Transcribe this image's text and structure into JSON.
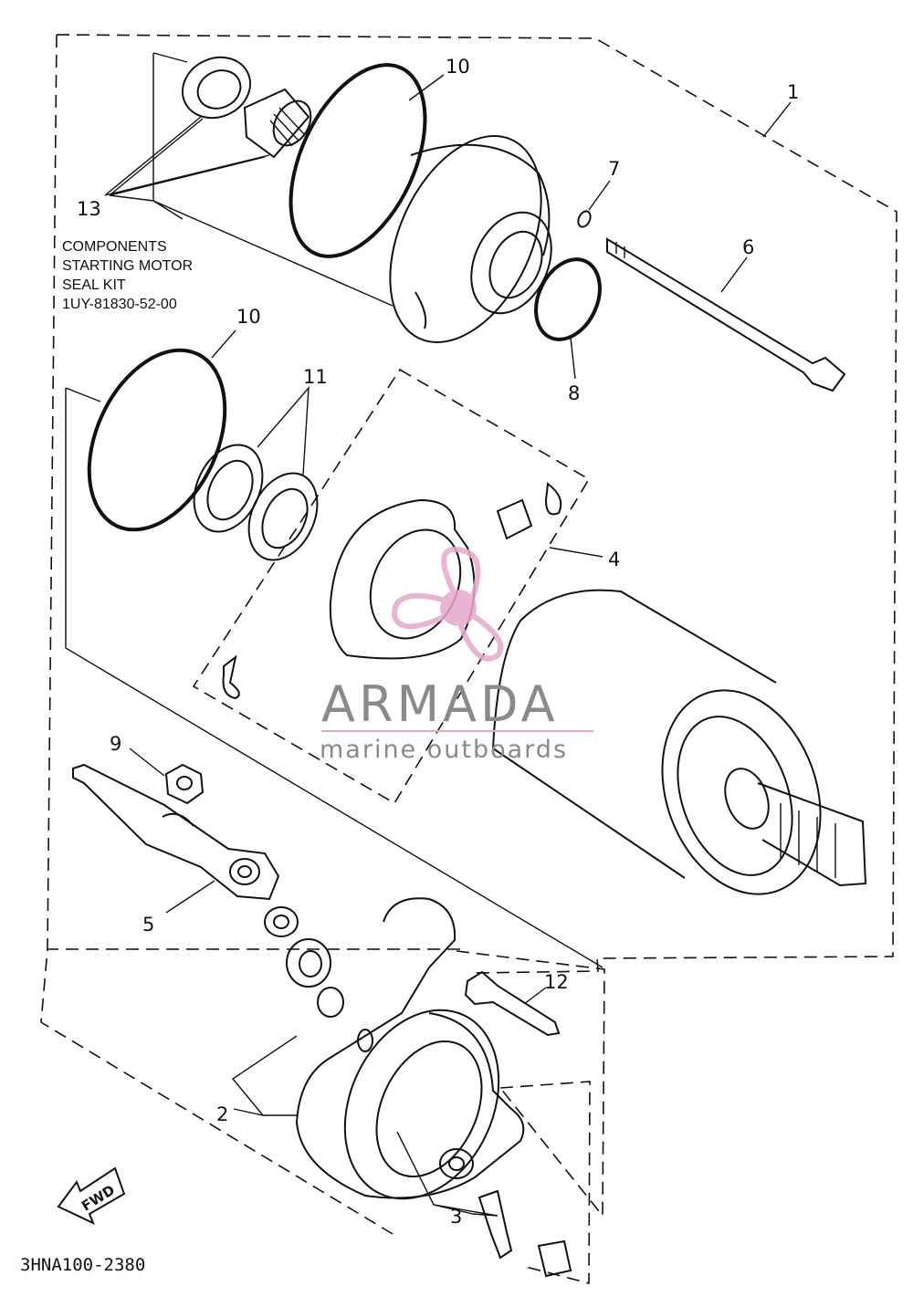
{
  "callouts": {
    "c1": "1",
    "c2": "2",
    "c3": "3",
    "c4": "4",
    "c5": "5",
    "c6": "6",
    "c7": "7",
    "c8": "8",
    "c9": "9",
    "c10a": "10",
    "c10b": "10",
    "c11": "11",
    "c12": "12",
    "c13": "13"
  },
  "kit_note": {
    "line1": "COMPONENTS",
    "line2": "STARTING MOTOR",
    "line3": "SEAL KIT",
    "line4": "1UY-81830-52-00"
  },
  "watermark": {
    "brand": "ARMADA",
    "tagline": "marine outboards",
    "logo_icon": "propeller-logo-icon",
    "accent_color": "#e6a8cc",
    "text_color": "#8a8a8a"
  },
  "fwd_arrow": {
    "label": "FWD",
    "icon": "forward-arrow-icon"
  },
  "diagram_code": "3HNA100-2380"
}
